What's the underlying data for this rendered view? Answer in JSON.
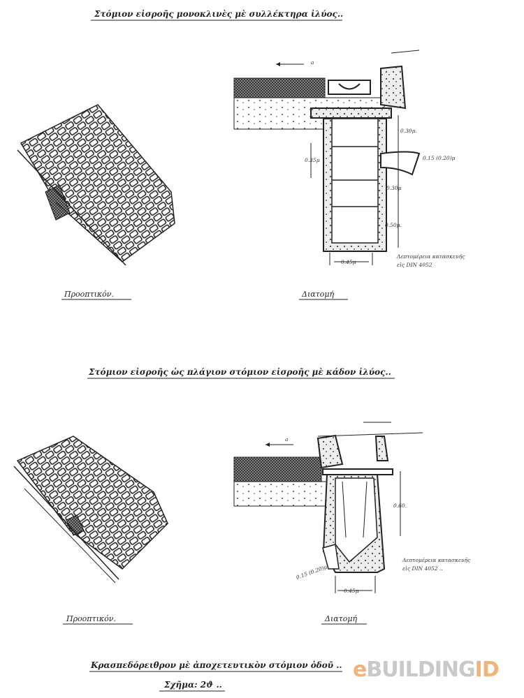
{
  "sheet": {
    "top_title": "Στόμιον εἰσροῆς μονοκλινὲς μὲ συλλέκτηρα ἰλύος..",
    "middle_title": "Στόμιον εἰσροῆς ὡς πλάγιον στόμιον εἰσροῆς μὲ κάδον ἰλύος..",
    "bottom_title": "Κρασπεδόρειθρον μὲ ἀποχετευτικὸν στόμιον ὁδοῦ ..",
    "figure_number": "Σχῆμα: 2ϑ .."
  },
  "figure_top": {
    "perspective_label": "Προοπτικόν.",
    "section_label": "Διατομή",
    "flow_mark": "a",
    "dimensions": [
      "0.30μ.",
      "0.35μ",
      "0.15 (0.20)μ",
      "0.30μ",
      "0.50μ.",
      "0.45μ"
    ],
    "note_line1": "Λεπτομέρεια κατασκευῆς",
    "note_line2": "εἰς DIN 4052"
  },
  "figure_bottom": {
    "perspective_label": "Προοπτικόν.",
    "section_label": "Διατομή",
    "flow_mark": "a",
    "dimensions": [
      "0.60.",
      "0.15 (0.20)μ",
      "0.45μ"
    ],
    "note_line1": "Λεπτομέρεια κατασκευῆς",
    "note_line2": "εἰς DIN 4052 .."
  },
  "watermark": {
    "prefix": "e",
    "main": "BUILDING",
    "suffix": "ID"
  }
}
